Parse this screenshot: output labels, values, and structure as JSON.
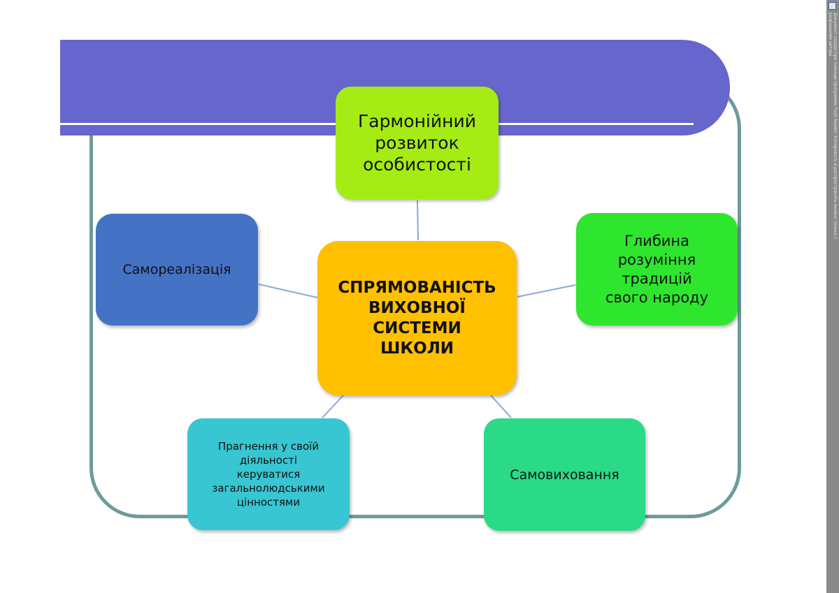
{
  "diagram": {
    "center": {
      "label": "СПРЯМОВАНІСТЬ\nВИХОВНОЇ\nСИСТЕМИ\nШКОЛИ",
      "color": "#ffc000"
    },
    "nodes": {
      "top": {
        "label": "Гармонійний\nрозвиток\nособистості",
        "color": "#a4ec14"
      },
      "left": {
        "label": "Самореалізація",
        "color": "#4472c4"
      },
      "right": {
        "label": "Глибина\nрозуміння\nтрадицій\nсвого народу",
        "color": "#2ee62e"
      },
      "bottom_left": {
        "label": "Прагнення у своїй\nдіяльності\nкеруватися\nзагальнолюдськими\nцінностями",
        "color": "#37c6d2"
      },
      "bottom_right": {
        "label": "Самовиховання",
        "color": "#2ada86"
      }
    },
    "connector_color": "#8aa8d6",
    "frame_color": "#6e9a9a",
    "banner_color": "#6666cc"
  },
  "sidebar": {
    "watermark_text": "Документ создан при помощи программы Foxit Reader. Копировать и распространять можно только с разрешения автора."
  }
}
